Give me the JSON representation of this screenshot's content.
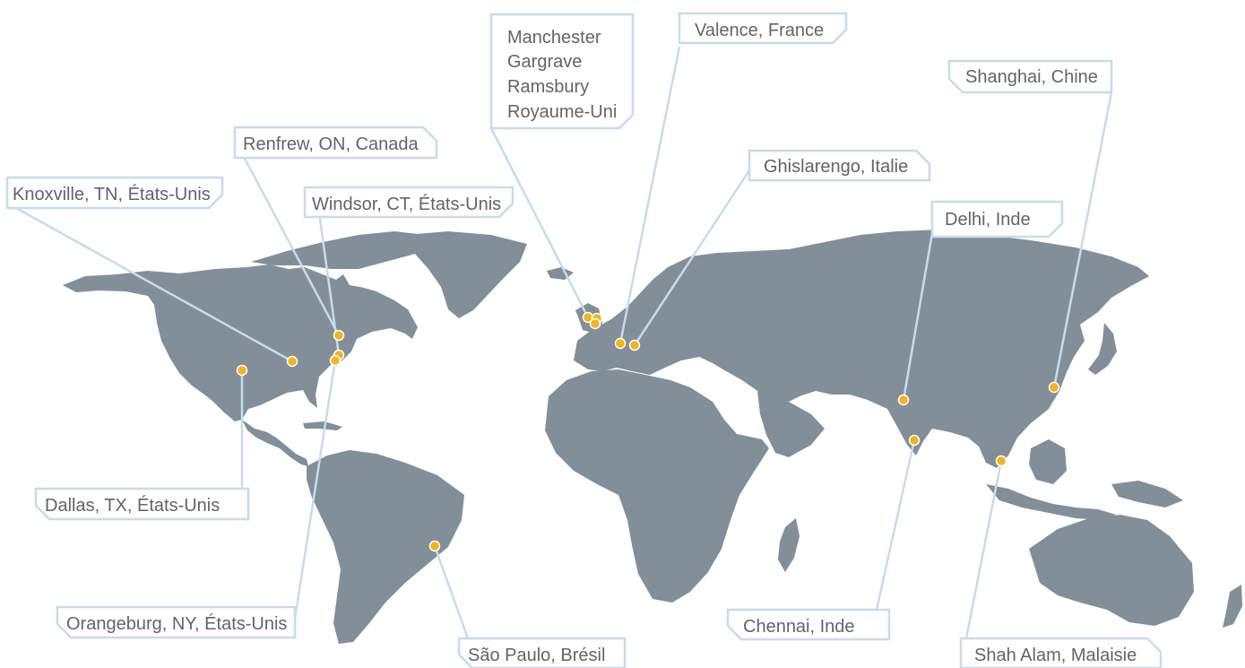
{
  "map": {
    "colors": {
      "land": "#838f98",
      "marker": "#f2b51f",
      "callout_border": "#c5dcee",
      "label_text": "#646464"
    },
    "locations": [
      {
        "id": "knoxville",
        "label": "Knoxville, TN, États-Unis"
      },
      {
        "id": "renfrew",
        "label": "Renfrew, ON, Canada"
      },
      {
        "id": "windsor",
        "label": "Windsor, CT, États-Unis"
      },
      {
        "id": "dallas",
        "label": "Dallas, TX, États-Unis"
      },
      {
        "id": "orangeburg",
        "label": "Orangeburg, NY, États-Unis"
      },
      {
        "id": "sao-paulo",
        "label": "São Paulo, Brésil"
      },
      {
        "id": "uk",
        "label_lines": [
          "Manchester",
          "Gargrave",
          "Ramsbury",
          "Royaume-Uni"
        ]
      },
      {
        "id": "valence",
        "label": "Valence, France"
      },
      {
        "id": "ghislarengo",
        "label": "Ghislarengo, Italie"
      },
      {
        "id": "delhi",
        "label": "Delhi, Inde"
      },
      {
        "id": "chennai",
        "label": "Chennai, Inde"
      },
      {
        "id": "shah-alam",
        "label": "Shah Alam, Malaisie"
      },
      {
        "id": "shanghai",
        "label": "Shanghai, Chine"
      }
    ]
  }
}
